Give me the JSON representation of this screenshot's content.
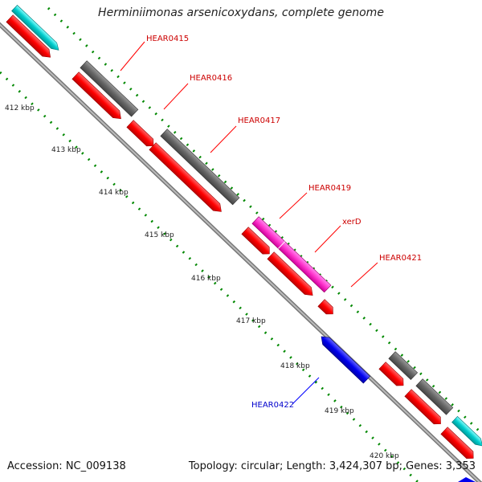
{
  "title": "Herminiimonas arsenicoxydans, complete genome",
  "footer": {
    "accession": "Accession: NC_009138",
    "summary": "Topology: circular; Length: 3,424,307 bp; Genes: 3,353"
  },
  "scale_labels": [
    "412 kbp",
    "413 kbp",
    "414 kbp",
    "415 kbp",
    "416 kbp",
    "417 kbp",
    "418 kbp",
    "419 kbp",
    "420 kbp"
  ],
  "gene_labels": [
    {
      "name": "HEAR0415",
      "color": "#cc0000"
    },
    {
      "name": "HEAR0416",
      "color": "#cc0000"
    },
    {
      "name": "HEAR0417",
      "color": "#cc0000"
    },
    {
      "name": "HEAR0419",
      "color": "#cc0000"
    },
    {
      "name": "xerD",
      "color": "#cc0000"
    },
    {
      "name": "HEAR0421",
      "color": "#cc0000"
    },
    {
      "name": "HEAR0422",
      "color": "#0000cc"
    }
  ],
  "colors": {
    "cds_forward": "#ff0000",
    "cds_reverse_blue": "#0000ee",
    "rna": "#00cccc",
    "other": "#666666",
    "pink": "#ff33cc",
    "backbone": "#999999",
    "ticks": "#008800"
  }
}
